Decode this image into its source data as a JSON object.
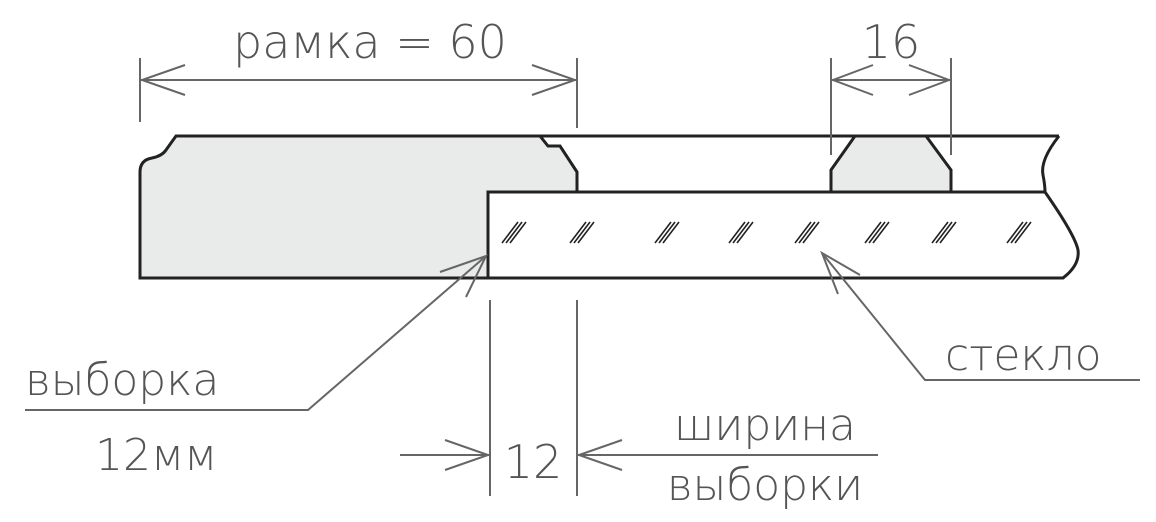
{
  "labels": {
    "frame_dim": "рамка = 60",
    "bead_dim": "16",
    "rebate": "выборка",
    "rebate_size": "12мм",
    "rebate_dim": "12",
    "rebate_width_1": "ширина",
    "rebate_width_2": "выборки",
    "glass": "стекло"
  },
  "colors": {
    "profile_fill": "#e9eaea",
    "line": "#222222",
    "dimension": "#666666"
  }
}
